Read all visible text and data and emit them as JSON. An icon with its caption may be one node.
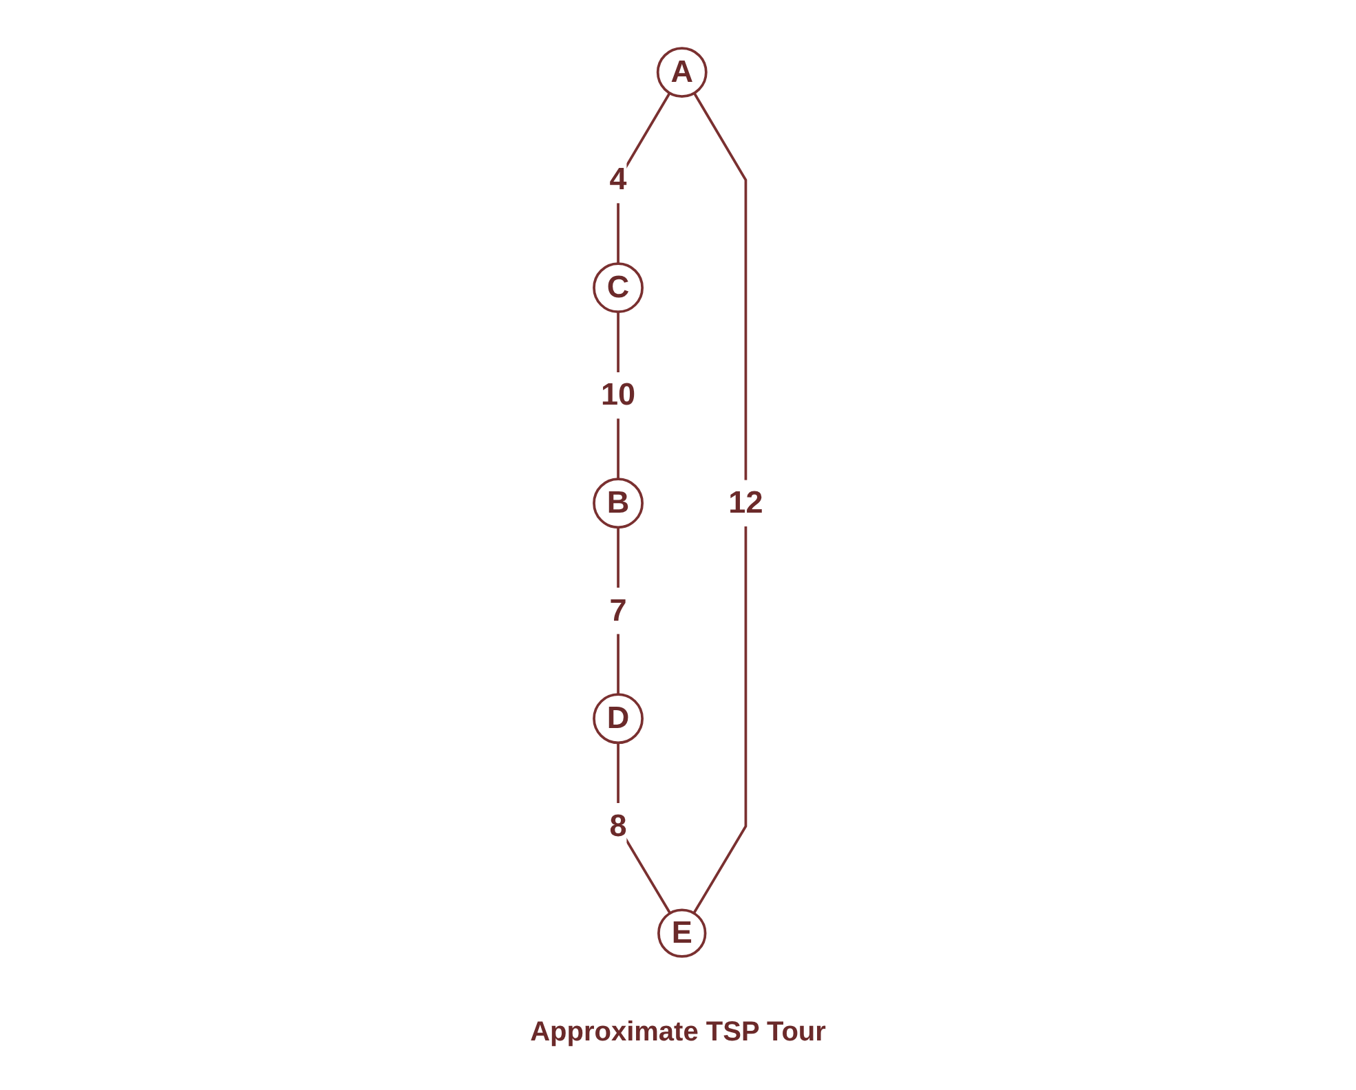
{
  "diagram": {
    "caption": "Approximate TSP Tour",
    "nodes": [
      {
        "text": [
          "A"
        ]
      },
      {
        "text": [
          "B"
        ]
      },
      {
        "text": [
          "C"
        ]
      },
      {
        "text": [
          "D"
        ]
      },
      {
        "text": [
          "E"
        ]
      }
    ],
    "edges": [
      {
        "from": 0,
        "to": 2,
        "arrow": "none",
        "label": "4"
      },
      {
        "from": 2,
        "to": 1,
        "arrow": "none",
        "label": "10"
      },
      {
        "from": 1,
        "to": 3,
        "arrow": "none",
        "label": "7"
      },
      {
        "from": 3,
        "to": 4,
        "arrow": "none",
        "label": "8"
      },
      {
        "from": 4,
        "to": 0,
        "arrow": "none",
        "label": "12"
      }
    ]
  }
}
